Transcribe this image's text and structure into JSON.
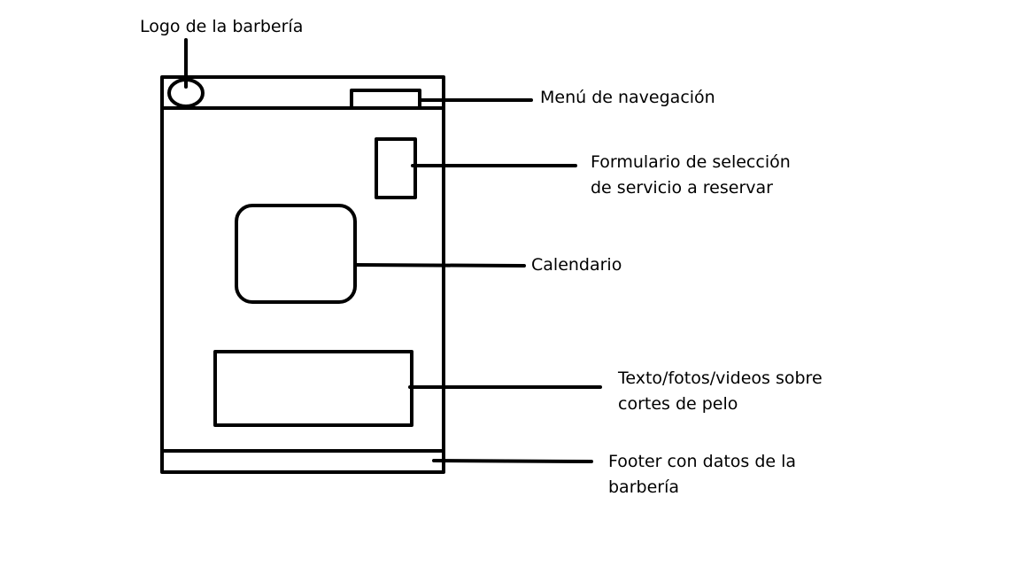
{
  "diagram": {
    "labels": {
      "logo": "Logo de la barbería",
      "nav": "Menú de navegación",
      "form_line1": "Formulario de selección",
      "form_line2": "de servicio a reservar",
      "calendar": "Calendario",
      "text_line1": "Texto/fotos/videos sobre",
      "text_line2": "cortes de pelo",
      "footer_line1": "Footer con datos de la",
      "footer_line2": "barbería"
    },
    "stroke_color": "#000000",
    "background_color": "#ffffff"
  }
}
